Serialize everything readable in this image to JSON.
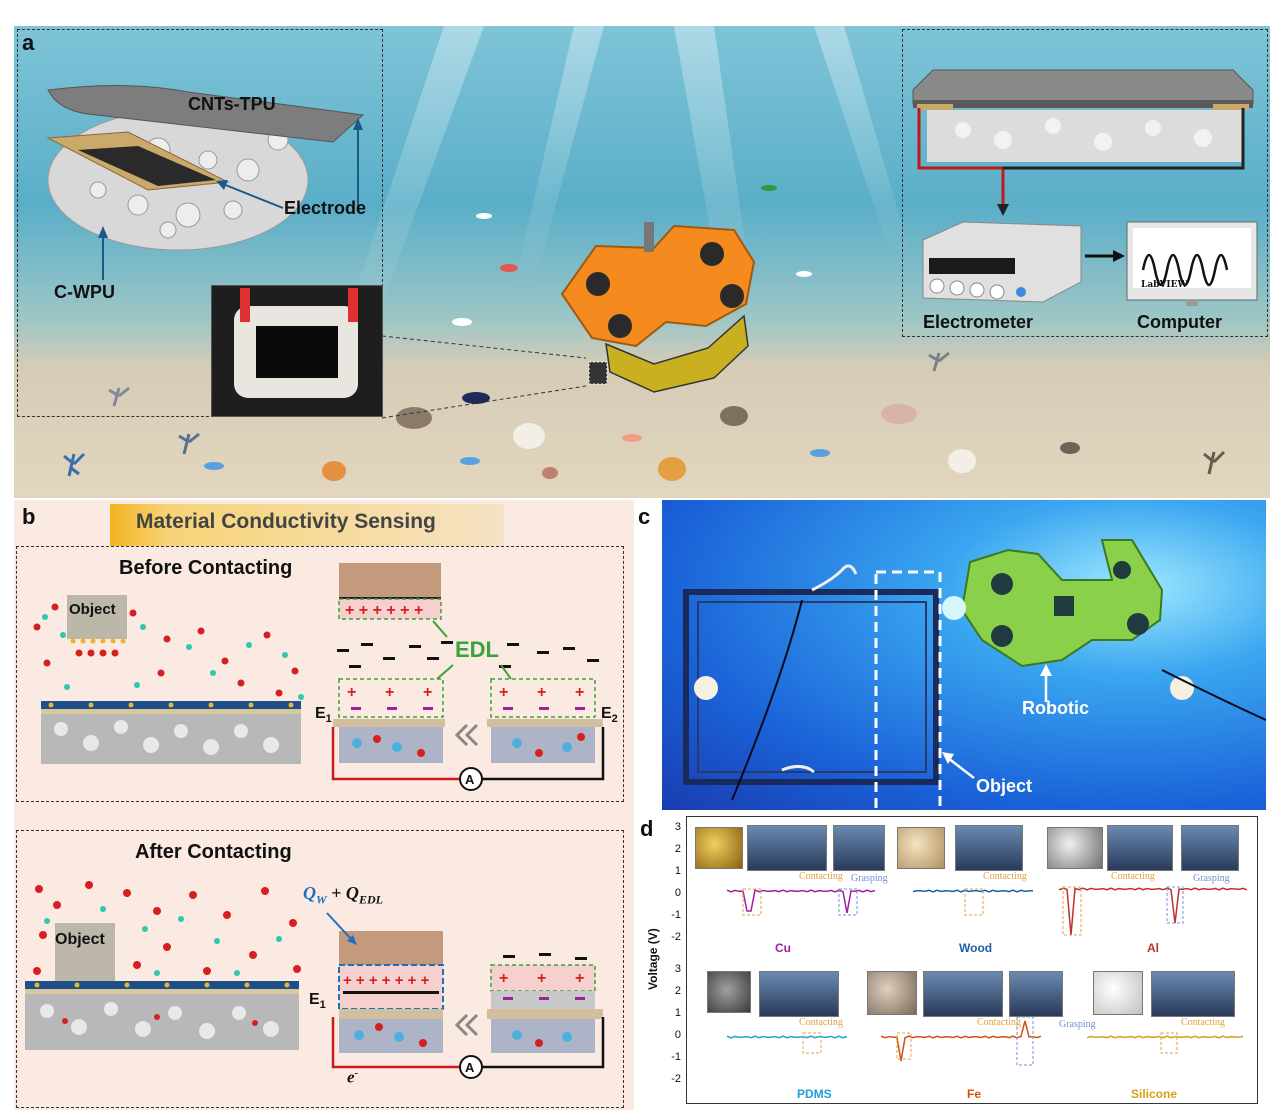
{
  "panel_a": {
    "letter": "a",
    "labels": {
      "cnts_tpu": "CNTs-TPU",
      "electrode": "Electrode",
      "c_wpu": "C-WPU",
      "electrometer": "Electrometer",
      "computer": "Computer",
      "screen_brand": "LabVIEW"
    }
  },
  "panel_b": {
    "letter": "b",
    "banner": "Material Conductivity Sensing",
    "before": {
      "title": "Before Contacting",
      "object": "Object",
      "edl": "EDL",
      "e1": "E",
      "e1_sub": "1",
      "e2": "E",
      "e2_sub": "2",
      "ammeter": "A"
    },
    "after": {
      "title": "After Contacting",
      "object": "Object",
      "formula_q": "Q",
      "formula_w": "W",
      "formula_plus": " + Q",
      "formula_edl": "EDL",
      "e1": "E",
      "e1_sub": "1",
      "electron": "e",
      "electron_sup": "-",
      "ammeter": "A"
    },
    "colors": {
      "banner": "#f1b51f",
      "plus": "#d62020",
      "edl_box": "#3aa33a",
      "qbox": "#1f6fbf",
      "wire_red": "#cc1a1a"
    }
  },
  "panel_c": {
    "letter": "c",
    "robotic": "Robotic",
    "object": "Object"
  },
  "panel_d": {
    "letter": "d",
    "ylabel": "Voltage (V)",
    "yticks_top": [
      "3",
      "2",
      "1",
      "0",
      "-1",
      "-2"
    ],
    "yticks_bottom": [
      "3",
      "2",
      "1",
      "0",
      "-1",
      "-2"
    ],
    "materials": [
      {
        "name": "Cu",
        "color": "#a020a0",
        "notes": [
          "Contacting",
          "Grasping"
        ]
      },
      {
        "name": "Wood",
        "color": "#1f5fa0",
        "notes": [
          "Contacting"
        ]
      },
      {
        "name": "Al",
        "color": "#c03030",
        "notes": [
          "Contacting",
          "Grasping"
        ]
      },
      {
        "name": "PDMS",
        "color": "#20a0d8",
        "notes": [
          "Contacting"
        ]
      },
      {
        "name": "Fe",
        "color": "#d05010",
        "notes": [
          "Contacting",
          "Grasping"
        ]
      },
      {
        "name": "Silicone",
        "color": "#d4a017",
        "notes": [
          "Contacting"
        ]
      }
    ],
    "note_colors": {
      "contacting": "#e0a040",
      "grasping": "#7090d0"
    }
  }
}
